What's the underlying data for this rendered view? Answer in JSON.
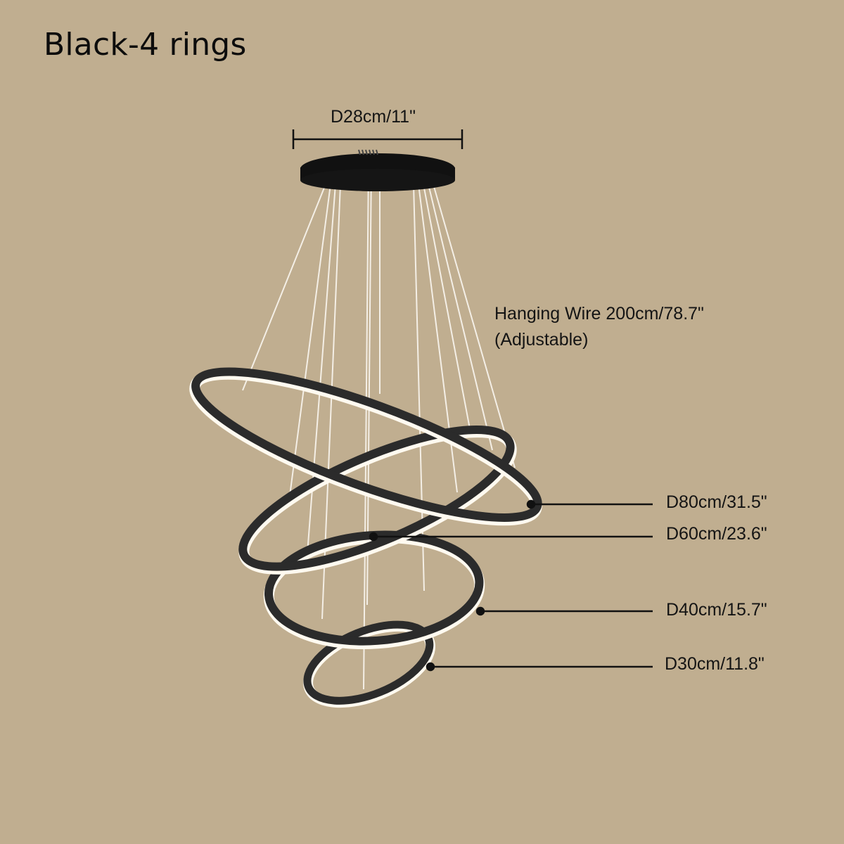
{
  "title": "Black-4 rings",
  "canopy": {
    "dimension_label": "D28cm/11\""
  },
  "hanging_wire": {
    "line1": "Hanging Wire 200cm/78.7\"",
    "line2": "(Adjustable)"
  },
  "rings": [
    {
      "label": "D80cm/31.5\""
    },
    {
      "label": "D60cm/23.6\""
    },
    {
      "label": "D40cm/15.7\""
    },
    {
      "label": "D30cm/11.8\""
    }
  ],
  "colors": {
    "background": "#c0ae90",
    "ring_body": "#2b2b2b",
    "led_glow": "#fffaf0",
    "wire": "#f4efe6",
    "leader_line": "#111111"
  }
}
